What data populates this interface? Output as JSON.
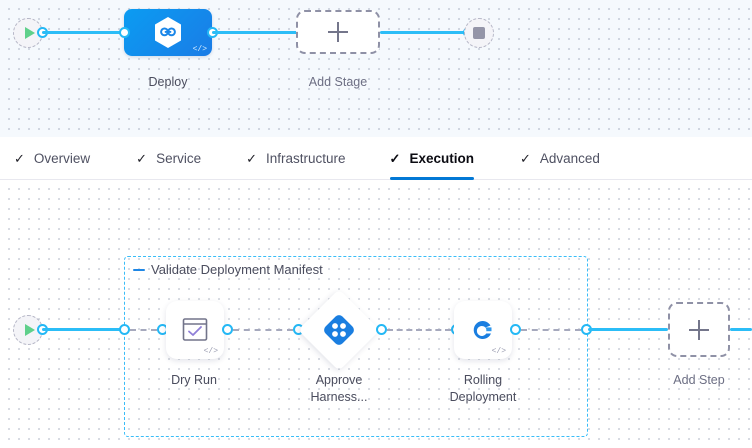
{
  "stage_canvas": {
    "start_node": {
      "name": "pipeline-start",
      "icon": "play-icon"
    },
    "stage": {
      "label": "Deploy",
      "icon": "harness-hexagon-icon",
      "code_badge": "</>",
      "color": "#0b9cf2"
    },
    "add_stage": {
      "label": "Add Stage",
      "icon": "plus-icon"
    },
    "end_node": {
      "name": "pipeline-end",
      "icon": "stop-icon"
    }
  },
  "tabs": {
    "items": [
      {
        "label": "Overview",
        "icon": "check-icon",
        "active": false
      },
      {
        "label": "Service",
        "icon": "check-icon",
        "active": false
      },
      {
        "label": "Infrastructure",
        "icon": "check-icon",
        "active": false
      },
      {
        "label": "Execution",
        "icon": "check-icon",
        "active": true
      },
      {
        "label": "Advanced",
        "icon": "check-icon",
        "active": false
      }
    ],
    "active_underline_color": "#0278d5"
  },
  "execution_canvas": {
    "start_node": {
      "name": "execution-start",
      "icon": "play-icon"
    },
    "group": {
      "label": "Validate Deployment Manifest",
      "collapse_icon": "minus-icon",
      "border_color": "#39bdf8"
    },
    "steps": [
      {
        "label": "Dry Run",
        "icon": "dry-run-check-icon",
        "code_badge": "</>",
        "shape": "rounded"
      },
      {
        "label": "Approve\nHarness...",
        "icon": "approval-diamond-icon",
        "shape": "diamond"
      },
      {
        "label": "Rolling\nDeployment",
        "icon": "rolling-deployment-icon",
        "code_badge": "</>",
        "shape": "rounded"
      }
    ],
    "add_step": {
      "label": "Add Step",
      "icon": "plus-icon"
    }
  }
}
